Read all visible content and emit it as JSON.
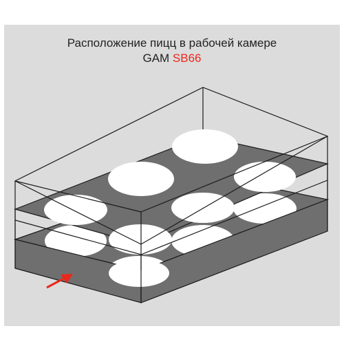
{
  "title": {
    "line1": "Расположение пицц в рабочей камере",
    "line2_prefix": "GAM ",
    "line2_model": "SB66"
  },
  "colors": {
    "background": "#dcdcdc",
    "tray": "#6f6f6f",
    "pizza": "#ffffff",
    "outline": "#1a1a1a",
    "accent": "#e8291c"
  },
  "diagram": {
    "levels": 2,
    "pizzas_per_level": 6,
    "arrow_icon": "red-arrow-icon"
  }
}
